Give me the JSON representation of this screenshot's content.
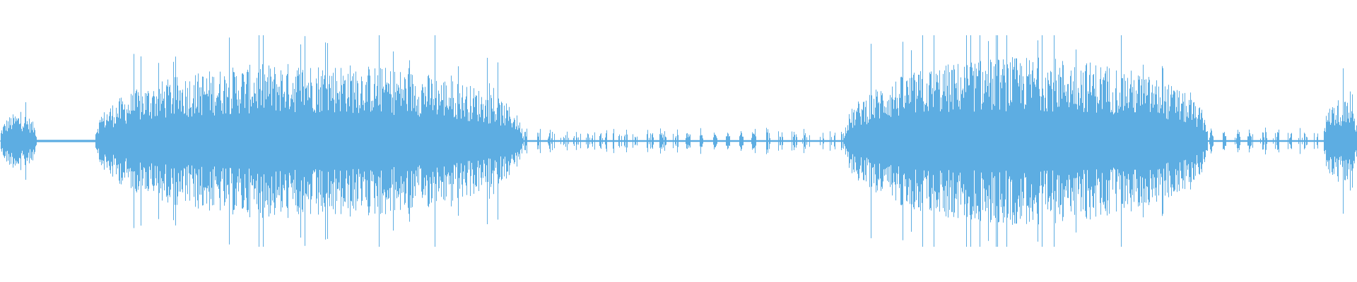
{
  "waveform": {
    "color": "#5dade2",
    "background": "#ffffff",
    "segments": [
      {
        "kind": "speech",
        "start": 0.0,
        "end": 0.027,
        "amp": 0.1
      },
      {
        "kind": "silence",
        "start": 0.027,
        "end": 0.07,
        "amp": 0.004
      },
      {
        "kind": "speech",
        "start": 0.07,
        "end": 0.385,
        "amp": 0.28
      },
      {
        "kind": "blips",
        "start": 0.385,
        "end": 0.622,
        "amp": 0.04
      },
      {
        "kind": "speech",
        "start": 0.622,
        "end": 0.89,
        "amp": 0.3
      },
      {
        "kind": "blips",
        "start": 0.89,
        "end": 0.975,
        "amp": 0.04
      },
      {
        "kind": "speech",
        "start": 0.975,
        "end": 1.0,
        "amp": 0.15
      }
    ]
  }
}
